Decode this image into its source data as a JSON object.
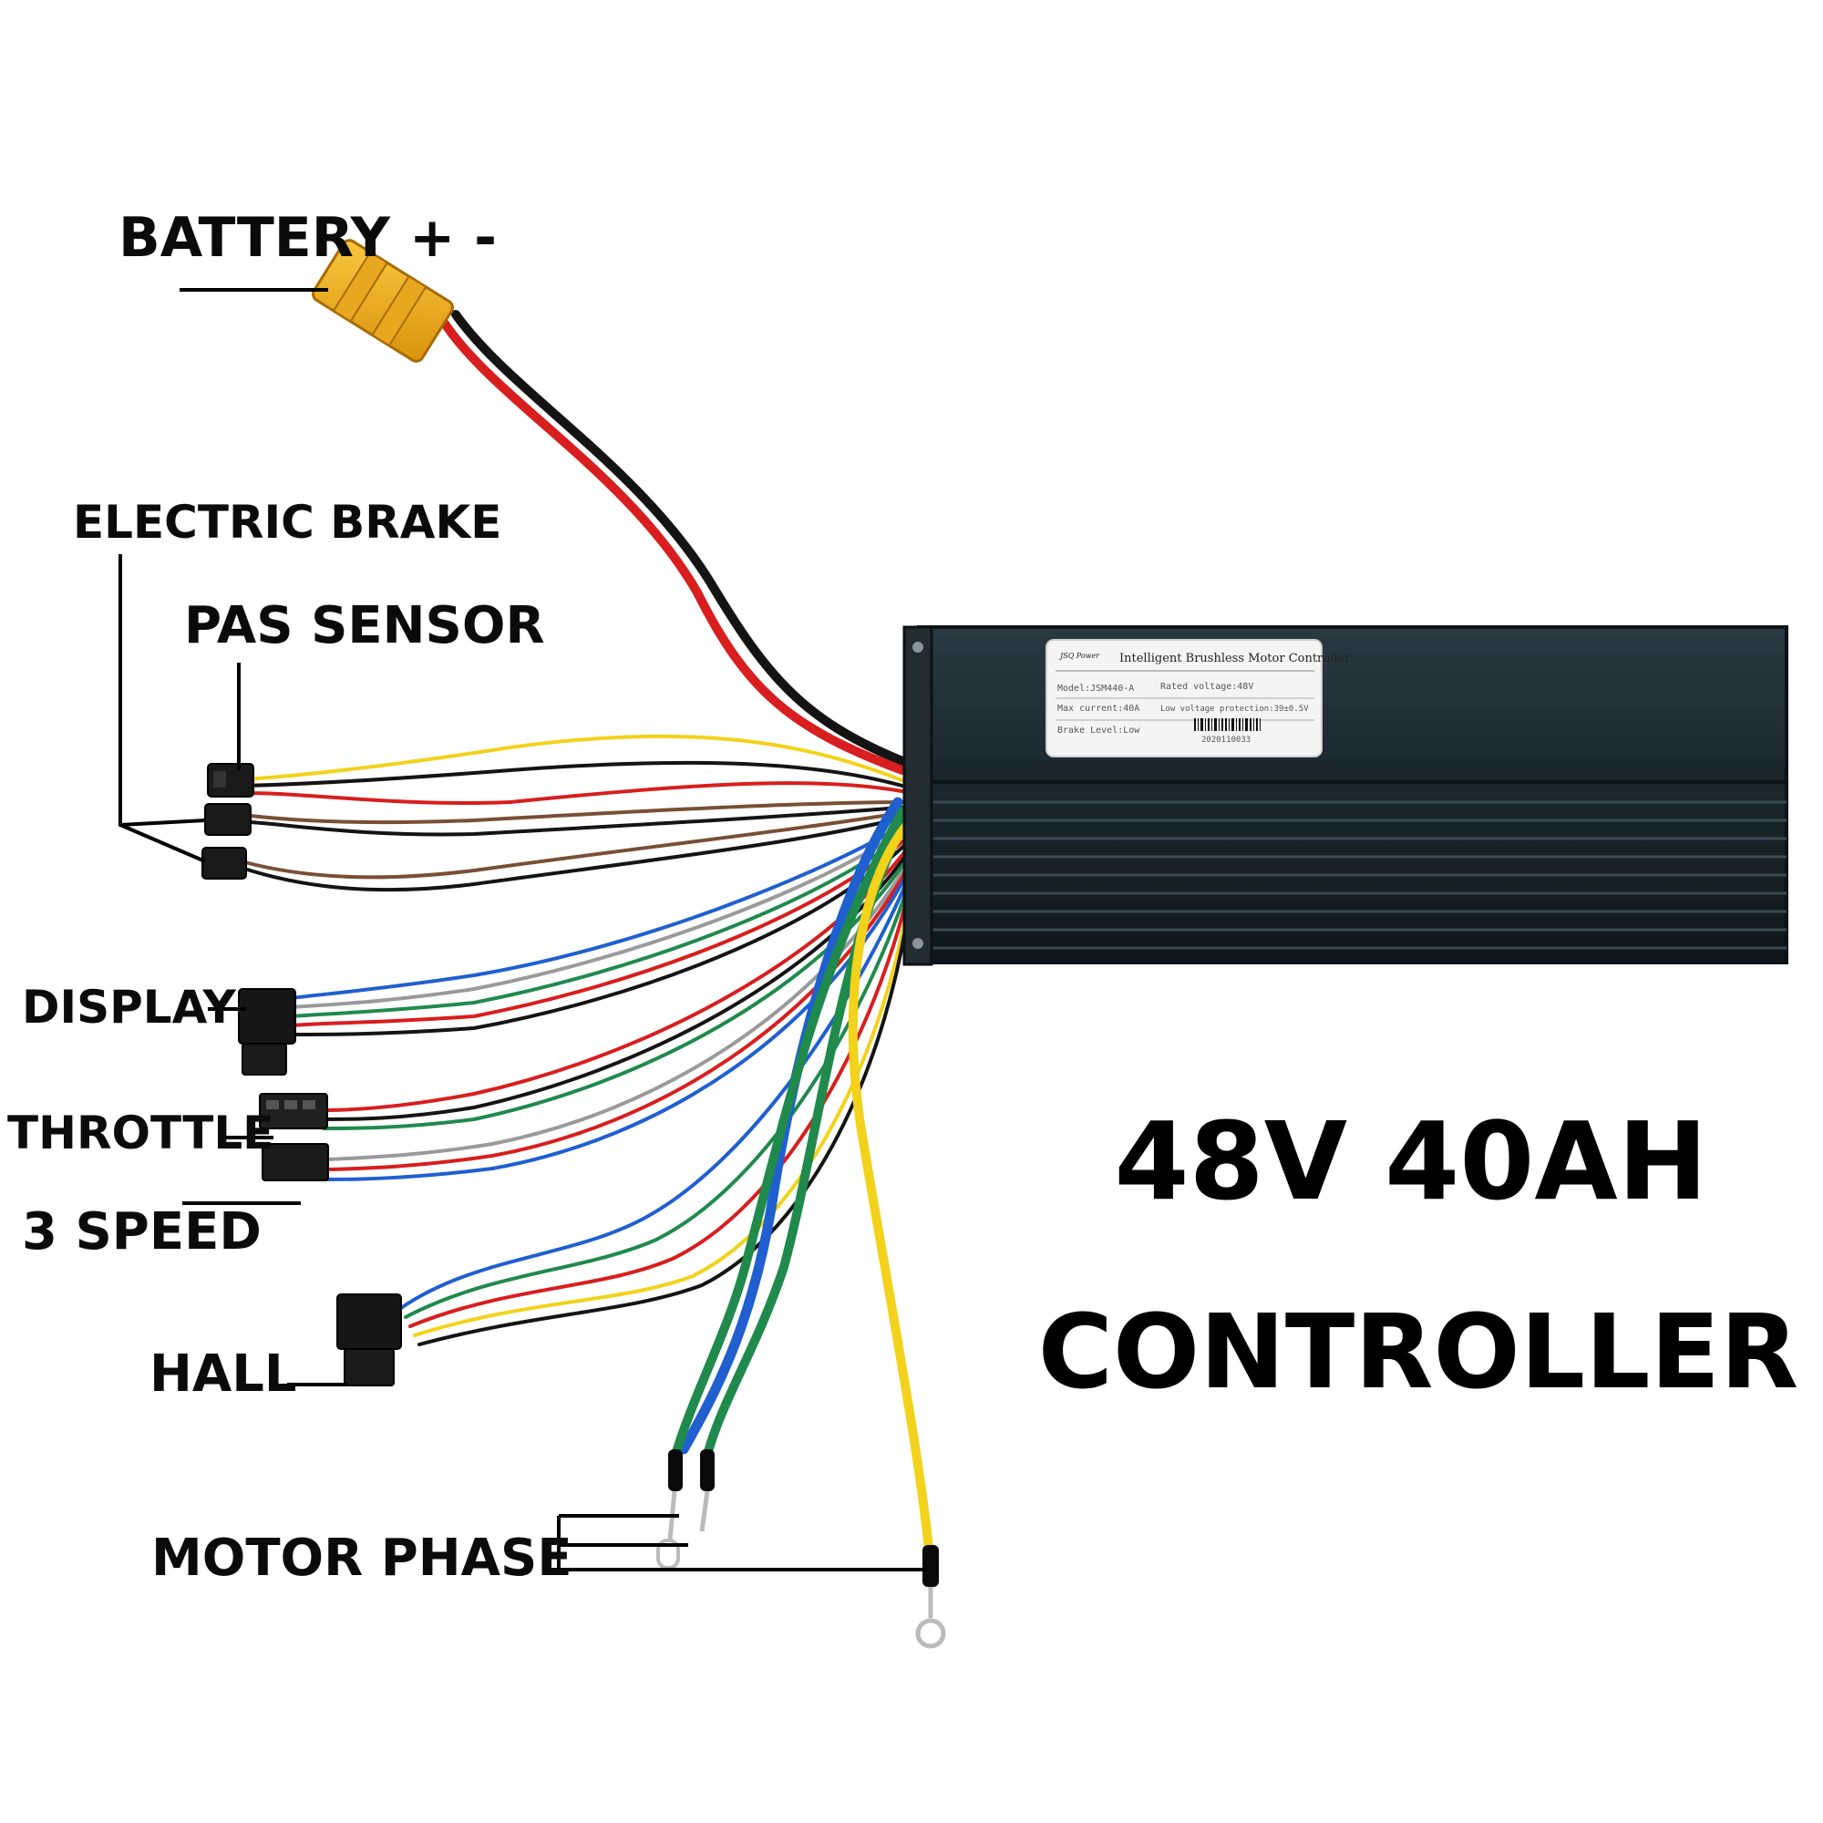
{
  "callouts": {
    "battery": "BATTERY + -",
    "electric_brake": "ELECTRIC BRAKE",
    "pas_sensor": "PAS SENSOR",
    "display": "DISPLAY",
    "throttle": "THROTTLE",
    "three_speed": "3 SPEED",
    "hall": "HALL",
    "motor_phase": "MOTOR PHASE"
  },
  "headline": {
    "line1": "48V  40AH",
    "line2": "CONTROLLER"
  },
  "nameplate": {
    "brand": "JSQ Power",
    "title": "Intelligent Brushless Motor Controller",
    "model": "Model:JSM440-A",
    "rated_voltage": "Rated voltage:48V",
    "max_current": "Max current:40A",
    "low_voltage": "Low voltage protection:39±0.5V",
    "brake_level": "Brake Level:Low",
    "serial": "2020110033"
  },
  "colors": {
    "wire_red": "#d81e1e",
    "wire_black": "#141414",
    "wire_yellow": "#f2d21a",
    "wire_green": "#1f8a4c",
    "wire_blue": "#1f5fd0",
    "wire_brown": "#7a4e36",
    "wire_grey": "#9a9a9a",
    "wire_white": "#eeeeee",
    "connector_xt": "#f0b020",
    "housing": "#1e2a30"
  }
}
